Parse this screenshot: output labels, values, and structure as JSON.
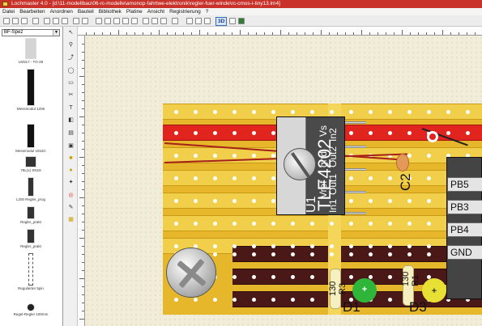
{
  "window": {
    "title": "Lochmaster 4.0 - [d:\\11-modellbau\\06-rc-modelle\\amonop-fahrtwe-elektronik\\regler-fuer-winde\\rc-cmos-i-tiny13.lm4]"
  },
  "menu": [
    "Datei",
    "Bearbeiten",
    "Anordnen",
    "Bauteil",
    "Bibliothek",
    "Platine",
    "Ansicht",
    "Registrierung",
    "?"
  ],
  "toolbar": {
    "view3d_label": "3D"
  },
  "library": {
    "selected": "BF-Spez",
    "items": [
      {
        "label": "LM317 - TO-28"
      },
      {
        "label": "Messmodul 1206"
      },
      {
        "label": "Messmodul 1815C"
      },
      {
        "label": "78L(x) SN19"
      },
      {
        "label": "L200 Regler_prog"
      },
      {
        "label": "Regler_prakt"
      },
      {
        "label": "Regler_prakt"
      },
      {
        "label": "Regulierter 5pin"
      },
      {
        "label": "Regel-Regler 100mm"
      }
    ]
  },
  "board": {
    "regulator": {
      "name": "TLE4202",
      "ref": "U1",
      "pins_right": [
        "In2",
        "Vs",
        "Out2",
        "gnd",
        "Out1",
        "Vref",
        "In1"
      ]
    },
    "capacitor": {
      "ref": "C2"
    },
    "resistors": [
      {
        "value": "130",
        "ref": "R3"
      },
      {
        "value": "130",
        "ref": "R1"
      }
    ],
    "leds": [
      {
        "ref": "D1",
        "color": "#2fb53a",
        "sign": "+"
      },
      {
        "ref": "D3",
        "color": "#e9e034",
        "sign": "+"
      }
    ],
    "ic_pins": [
      "PB5",
      "PB3",
      "PB4",
      "GND"
    ]
  },
  "colors": {
    "titlebar": "#c8322a",
    "pcb": "#e6b72a",
    "strip_red": "#e2241f",
    "strip_dark": "#4b1818"
  }
}
